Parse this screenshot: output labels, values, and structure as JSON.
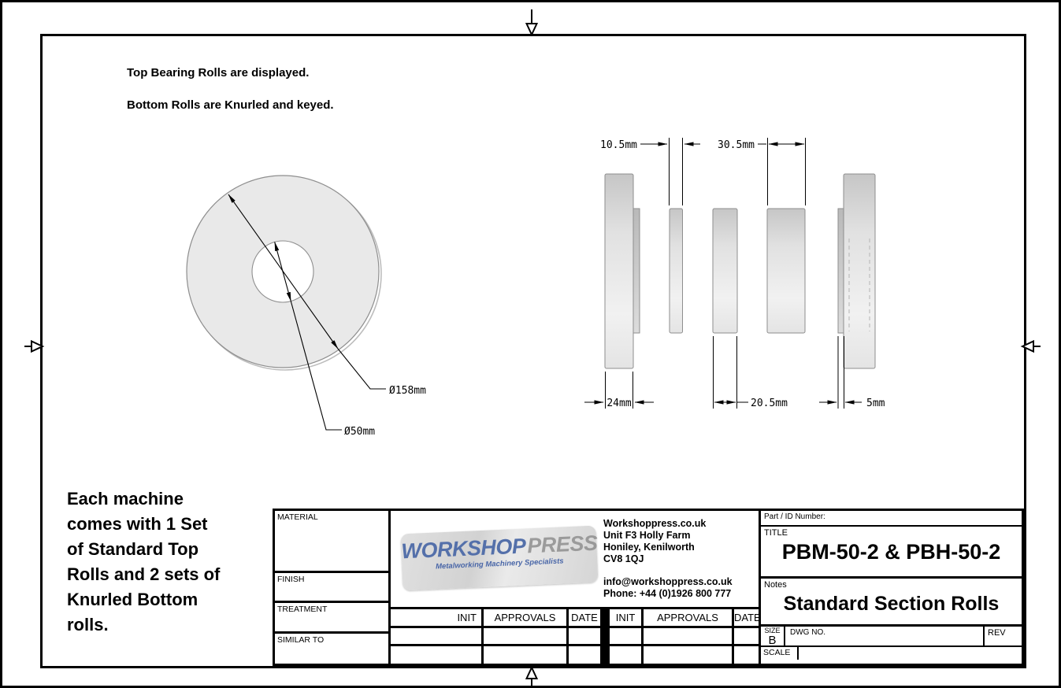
{
  "notes_top": {
    "line1": "Top Bearing Rolls are displayed.",
    "line2": "Bottom Rolls are Knurled and keyed."
  },
  "side_note": {
    "lines": [
      "Each machine",
      "comes with 1 Set",
      "of Standard Top",
      "Rolls and 2 sets of",
      "Knurled Bottom",
      "rolls."
    ]
  },
  "drawing": {
    "front_view": {
      "outer_diameter": "Ø158mm",
      "bore_diameter": "Ø50mm"
    },
    "side_view": {
      "top_dims": [
        "10.5mm",
        "30.5mm"
      ],
      "bottom_dims": [
        "24mm",
        "20.5mm",
        "5mm"
      ]
    }
  },
  "title_block": {
    "material_label": "MATERIAL",
    "finish_label": "FINISH",
    "treatment_label": "TREATMENT",
    "similar_to_label": "SIMILAR TO",
    "approvals": {
      "headers": [
        "INIT",
        "APPROVALS",
        "DATE",
        "INIT",
        "APPROVALS",
        "DATE"
      ]
    },
    "company": {
      "logo_word1": "WORKSHOP",
      "logo_word2": "PRESS",
      "logo_tagline": "Metalworking Machinery Specialists",
      "website": "Workshoppress.co.uk",
      "address_line1": "Unit F3 Holly Farm",
      "address_line2": "Honiley, Kenilworth",
      "address_line3": "CV8 1QJ",
      "email": "info@workshoppress.co.uk",
      "phone": "Phone: +44 (0)1926 800 777"
    },
    "part_id_label": "Part / ID Number:",
    "title_label": "TITLE",
    "title_value": "PBM-50-2 & PBH-50-2",
    "notes_label": "Notes",
    "notes_value": "Standard Section Rolls",
    "size_label": "SIZE",
    "size_value": "B",
    "dwg_no_label": "DWG NO.",
    "rev_label": "REV",
    "scale_label": "SCALE"
  },
  "colors": {
    "logo_blue": "#5470aa",
    "logo_gray": "#8f8f8f",
    "roll_fill": "#e9e9e9"
  }
}
